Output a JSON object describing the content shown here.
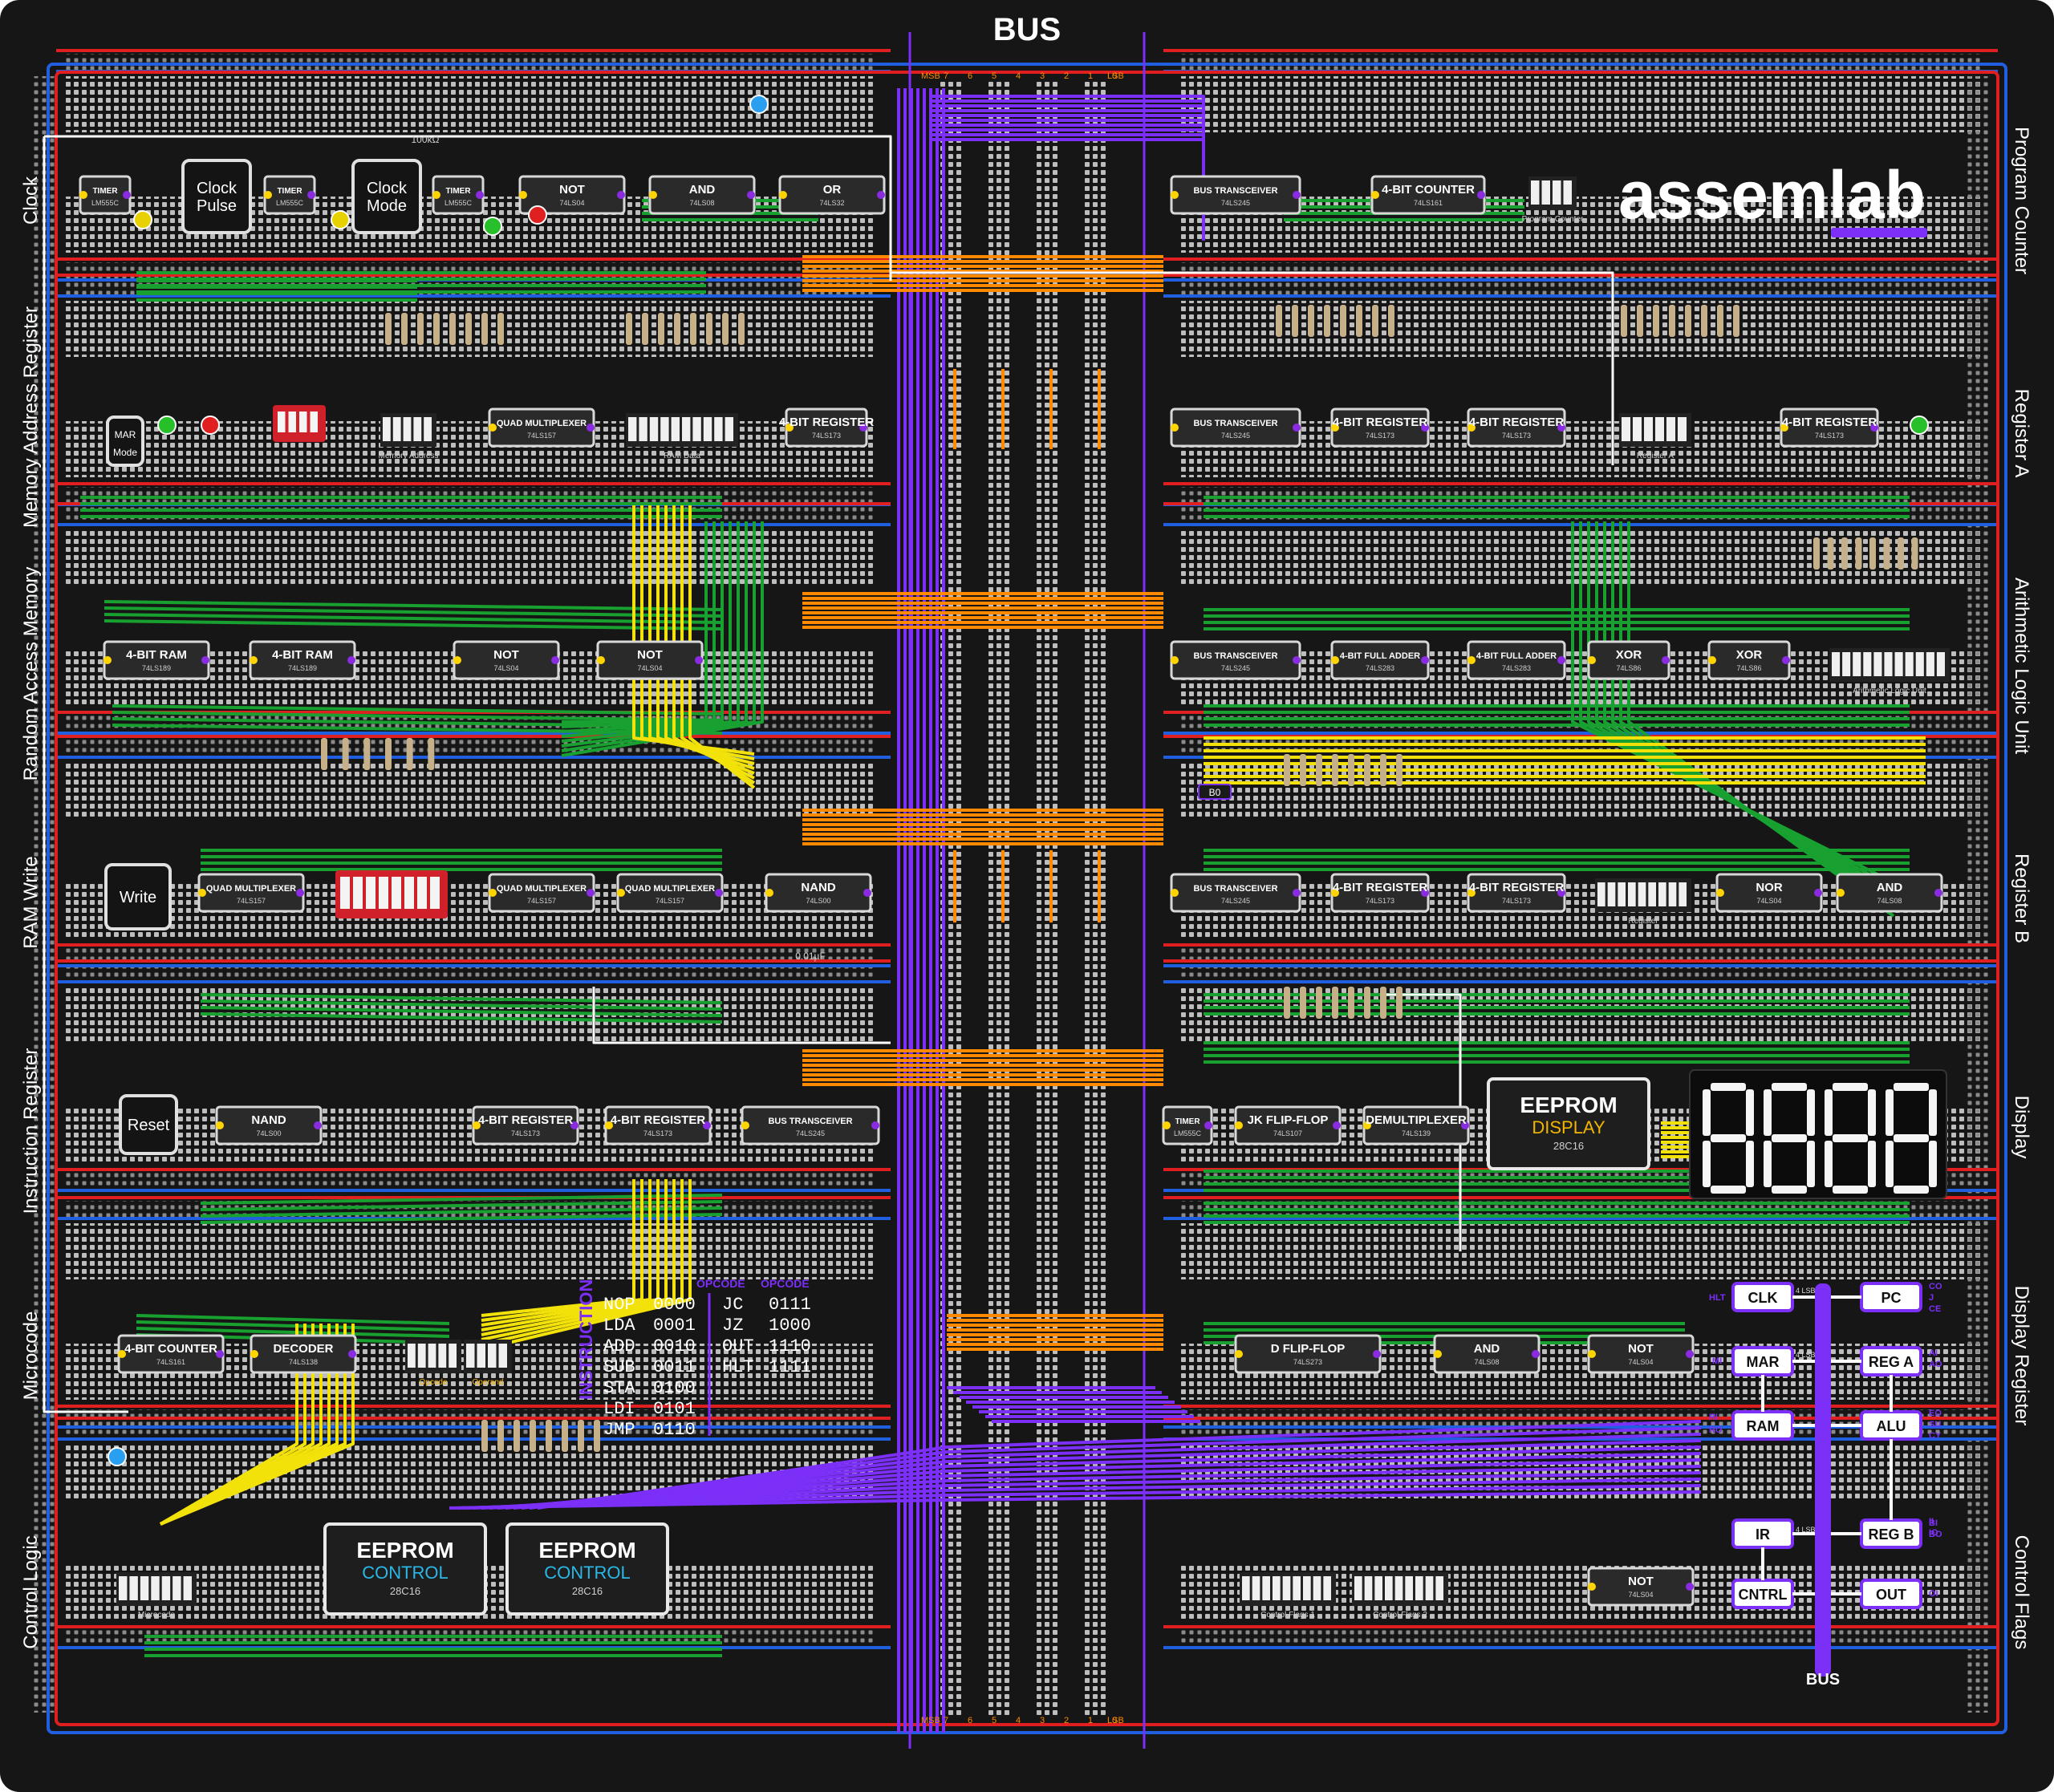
{
  "header": {
    "bus_label": "BUS"
  },
  "brand": {
    "logo_text": "assemlab",
    "accent_color": "#7b2ff7"
  },
  "sections_right": [
    "Program Counter",
    "Register A",
    "Arithmetic Logic Unit",
    "Register B",
    "Display",
    "Display Register",
    "Control Flags"
  ],
  "sections_left": [
    "Clock",
    "Memory Address Register",
    "Random Access Memory",
    "RAM Write",
    "Instruction Register",
    "Microcode",
    "Control Logic"
  ],
  "chips": [
    {
      "label": "TIMER",
      "part": "LM555C"
    },
    {
      "label": "TIMER",
      "part": "LM555C"
    },
    {
      "label": "TIMER",
      "part": "LM555C"
    },
    {
      "label": "NOT",
      "part": "74LS04"
    },
    {
      "label": "AND",
      "part": "74LS08"
    },
    {
      "label": "OR",
      "part": "74LS32"
    },
    {
      "label": "BUS TRANSCEIVER",
      "part": "74LS245"
    },
    {
      "label": "4-BIT COUNTER",
      "part": "74LS161"
    },
    {
      "label": "QUAD MULTIPLEXER",
      "part": "74LS157"
    },
    {
      "label": "4-BIT REGISTER",
      "part": "74LS173"
    },
    {
      "label": "BUS TRANSCEIVER",
      "part": "74LS245"
    },
    {
      "label": "4-BIT REGISTER",
      "part": "74LS173"
    },
    {
      "label": "4-BIT REGISTER",
      "part": "74LS173"
    },
    {
      "label": "4-BIT REGISTER",
      "part": "74LS173"
    },
    {
      "label": "4-BIT RAM",
      "part": "74LS189"
    },
    {
      "label": "4-BIT RAM",
      "part": "74LS189"
    },
    {
      "label": "NOT",
      "part": "74LS04"
    },
    {
      "label": "NOT",
      "part": "74LS04"
    },
    {
      "label": "BUS TRANSCEIVER",
      "part": "74LS245"
    },
    {
      "label": "4-BIT FULL ADDER",
      "part": "74LS283"
    },
    {
      "label": "4-BIT FULL ADDER",
      "part": "74LS283"
    },
    {
      "label": "XOR",
      "part": "74LS86"
    },
    {
      "label": "XOR",
      "part": "74LS86"
    },
    {
      "label": "QUAD MULTIPLEXER",
      "part": "74LS157"
    },
    {
      "label": "QUAD MULTIPLEXER",
      "part": "74LS157"
    },
    {
      "label": "QUAD MULTIPLEXER",
      "part": "74LS157"
    },
    {
      "label": "NAND",
      "part": "74LS00"
    },
    {
      "label": "BUS TRANSCEIVER",
      "part": "74LS245"
    },
    {
      "label": "4-BIT REGISTER",
      "part": "74LS173"
    },
    {
      "label": "4-BIT REGISTER",
      "part": "74LS173"
    },
    {
      "label": "NOR",
      "part": "74LS04"
    },
    {
      "label": "AND",
      "part": "74LS08"
    },
    {
      "label": "NAND",
      "part": "74LS00"
    },
    {
      "label": "4-BIT REGISTER",
      "part": "74LS173"
    },
    {
      "label": "4-BIT REGISTER",
      "part": "74LS173"
    },
    {
      "label": "BUS TRANSCEIVER",
      "part": "74LS245"
    },
    {
      "label": "TIMER",
      "part": "LM555C"
    },
    {
      "label": "JK FLIP-FLOP",
      "part": "74LS107"
    },
    {
      "label": "DEMULTIPLEXER",
      "part": "74LS139"
    },
    {
      "label": "4-BIT COUNTER",
      "part": "74LS161"
    },
    {
      "label": "DECODER",
      "part": "74LS138"
    },
    {
      "label": "D FLIP-FLOP",
      "part": "74LS273"
    },
    {
      "label": "AND",
      "part": "74LS08"
    },
    {
      "label": "NOT",
      "part": "74LS04"
    },
    {
      "label": "NOT",
      "part": "74LS04"
    }
  ],
  "buttons": [
    {
      "label": "Clock\nPulse"
    },
    {
      "label": "Clock\nMode"
    },
    {
      "label": "MAR\nMode"
    },
    {
      "label": "Write"
    },
    {
      "label": "Reset"
    }
  ],
  "eeproms": [
    {
      "title": "EEPROM",
      "subtitle": "DISPLAY",
      "part": "28C16"
    },
    {
      "title": "EEPROM",
      "subtitle": "CONTROL",
      "part": "28C16"
    },
    {
      "title": "EEPROM",
      "subtitle": "CONTROL",
      "part": "28C16"
    }
  ],
  "bar_labels": {
    "program_counter": "Program Counter",
    "memory_address": "Memory Address",
    "ram_data": "RAM Data",
    "register_a": "Register A",
    "alu": "Arithmetic Logic Unit",
    "register_b": "Register",
    "opcode": "Opcode",
    "operand": "Operand",
    "microcode": "Microcode",
    "control_flags_1": "Control Flags 1",
    "control_flags_2": "Control Flags 2"
  },
  "instructions": {
    "title": "INSTRUCTION",
    "opcode_header": "OPCODE",
    "col1": [
      {
        "name": "NOP",
        "code": "0000"
      },
      {
        "name": "LDA",
        "code": "0001"
      },
      {
        "name": "ADD",
        "code": "0010"
      },
      {
        "name": "SUB",
        "code": "0011"
      },
      {
        "name": "STA",
        "code": "0100"
      },
      {
        "name": "LDI",
        "code": "0101"
      },
      {
        "name": "JMP",
        "code": "0110"
      }
    ],
    "col2": [
      {
        "name": "JC",
        "code": "0111"
      },
      {
        "name": "JZ",
        "code": "1000"
      },
      {
        "name": "OUT",
        "code": "1110"
      },
      {
        "name": "HLT",
        "code": "1111"
      }
    ]
  },
  "display": {
    "digits": "8888"
  },
  "block_diagram": {
    "blocks": [
      "CLK",
      "PC",
      "MAR",
      "REG A",
      "RAM",
      "ALU",
      "IR",
      "REG B",
      "CNTRL",
      "OUT"
    ],
    "bus_label": "BUS",
    "signals": [
      "HLT",
      "CO",
      "J",
      "CE",
      "MI",
      "AI",
      "AO",
      "RI",
      "RO",
      "EO",
      "SU",
      "CY",
      "II",
      "IO",
      "BI",
      "BO",
      "OI"
    ],
    "lsb_note": "4 LSB"
  },
  "bus_header": {
    "msb": "MSB",
    "lsb": "LSB",
    "bits": [
      "7",
      "6",
      "5",
      "4",
      "3",
      "2",
      "1",
      "0"
    ]
  },
  "misc": {
    "flag_b0": "B0",
    "resistor": "100kΩ",
    "cap": "0.01µF"
  }
}
